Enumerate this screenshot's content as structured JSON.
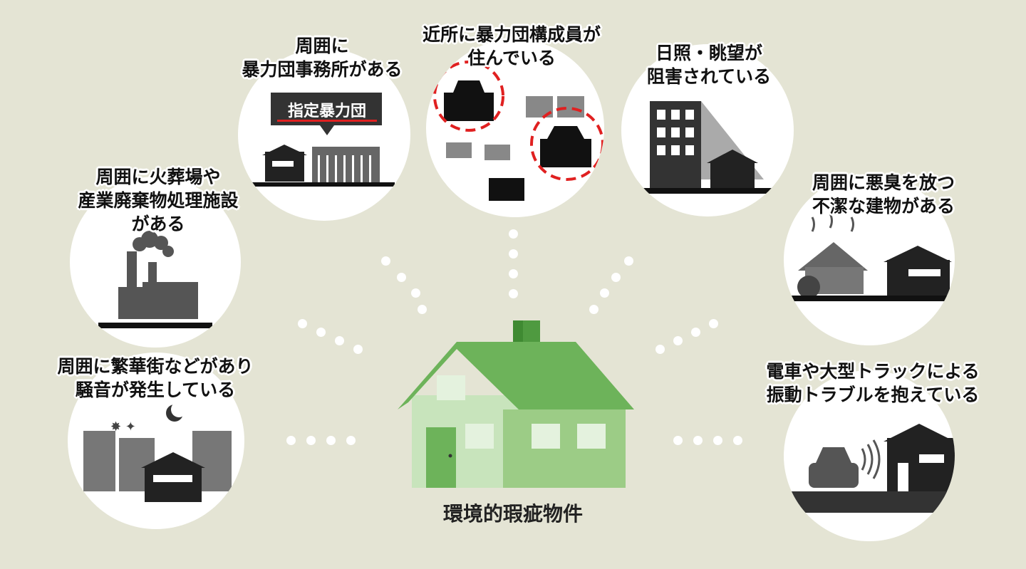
{
  "center": {
    "title": "環境的瑕疵物件"
  },
  "items": [
    {
      "lines": [
        "周囲に火葬場や",
        "産業廃棄物処理施設",
        "がある"
      ]
    },
    {
      "lines": [
        "周囲に",
        "暴力団事務所がある"
      ],
      "sign": "指定暴力団"
    },
    {
      "lines": [
        "近所に暴力団構成員が",
        "住んでいる"
      ]
    },
    {
      "lines": [
        "日照・眺望が",
        "阻害されている"
      ]
    },
    {
      "lines": [
        "周囲に悪臭を放つ",
        "不潔な建物がある"
      ]
    },
    {
      "lines": [
        "電車や大型トラックによる",
        "振動トラブルを抱えている"
      ]
    },
    {
      "lines": [
        "周囲に繁華街などがあり",
        "騒音が発生している"
      ]
    }
  ],
  "colors": {
    "background": "#e4e4d4",
    "roof": "#6db35a",
    "wall_light": "#c8e4bc",
    "wall": "#9ccc86",
    "chimney": "#3f8a32",
    "accent_red": "#e02020"
  }
}
